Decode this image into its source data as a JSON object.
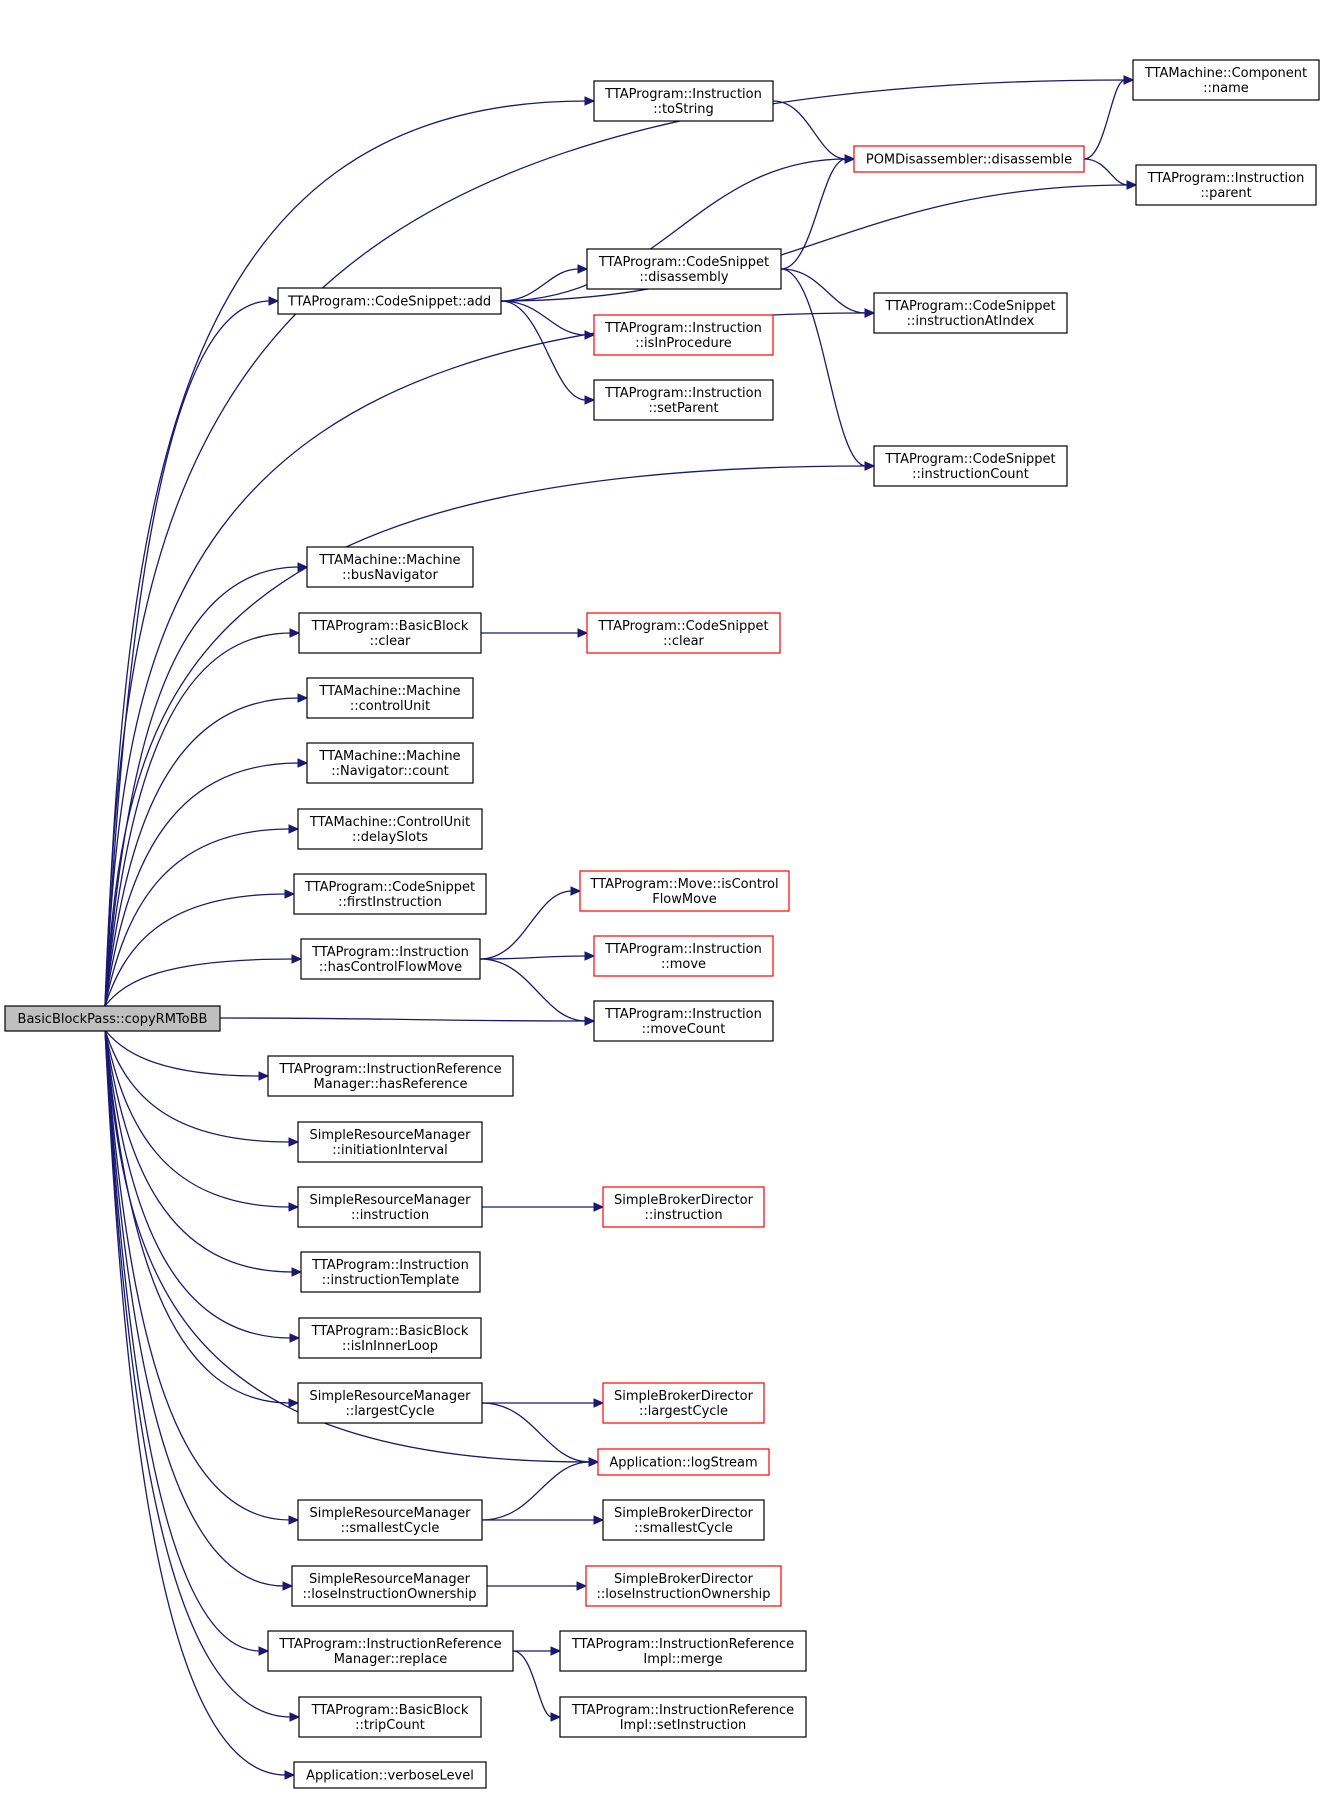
{
  "colors": {
    "edge": "#191970",
    "node_border": "#000000",
    "node_border_truncated": "#ff0000",
    "root_fill": "#bfbfbf",
    "node_fill": "#ffffff"
  },
  "nodes": [
    {
      "id": "root",
      "lines": [
        "BasicBlockPass::copyRMToBB"
      ],
      "style": "root"
    },
    {
      "id": "comp_name",
      "lines": [
        "TTAMachine::Component",
        "::name"
      ],
      "style": "normal"
    },
    {
      "id": "instr_tostring",
      "lines": [
        "TTAProgram::Instruction",
        "::toString"
      ],
      "style": "normal"
    },
    {
      "id": "pom_disassemble",
      "lines": [
        "POMDisassembler::disassemble"
      ],
      "style": "red"
    },
    {
      "id": "instr_parent",
      "lines": [
        "TTAProgram::Instruction",
        "::parent"
      ],
      "style": "normal"
    },
    {
      "id": "cs_add",
      "lines": [
        "TTAProgram::CodeSnippet::add"
      ],
      "style": "normal"
    },
    {
      "id": "cs_disassembly",
      "lines": [
        "TTAProgram::CodeSnippet",
        "::disassembly"
      ],
      "style": "normal"
    },
    {
      "id": "cs_instrAtIndex",
      "lines": [
        "TTAProgram::CodeSnippet",
        "::instructionAtIndex"
      ],
      "style": "normal"
    },
    {
      "id": "instr_isInProcedure",
      "lines": [
        "TTAProgram::Instruction",
        "::isInProcedure"
      ],
      "style": "red"
    },
    {
      "id": "instr_setParent",
      "lines": [
        "TTAProgram::Instruction",
        "::setParent"
      ],
      "style": "normal"
    },
    {
      "id": "cs_instrCount",
      "lines": [
        "TTAProgram::CodeSnippet",
        "::instructionCount"
      ],
      "style": "normal"
    },
    {
      "id": "busNavigator",
      "lines": [
        "TTAMachine::Machine",
        "::busNavigator"
      ],
      "style": "normal"
    },
    {
      "id": "bb_clear",
      "lines": [
        "TTAProgram::BasicBlock",
        "::clear"
      ],
      "style": "normal"
    },
    {
      "id": "cs_clear",
      "lines": [
        "TTAProgram::CodeSnippet",
        "::clear"
      ],
      "style": "red"
    },
    {
      "id": "controlUnit",
      "lines": [
        "TTAMachine::Machine",
        "::controlUnit"
      ],
      "style": "normal"
    },
    {
      "id": "nav_count",
      "lines": [
        "TTAMachine::Machine",
        "::Navigator::count"
      ],
      "style": "normal"
    },
    {
      "id": "delaySlots",
      "lines": [
        "TTAMachine::ControlUnit",
        "::delaySlots"
      ],
      "style": "normal"
    },
    {
      "id": "firstInstruction",
      "lines": [
        "TTAProgram::CodeSnippet",
        "::firstInstruction"
      ],
      "style": "normal"
    },
    {
      "id": "move_isCFM",
      "lines": [
        "TTAProgram::Move::isControl",
        "FlowMove"
      ],
      "style": "red"
    },
    {
      "id": "hasCFM",
      "lines": [
        "TTAProgram::Instruction",
        "::hasControlFlowMove"
      ],
      "style": "normal"
    },
    {
      "id": "instr_move",
      "lines": [
        "TTAProgram::Instruction",
        "::move"
      ],
      "style": "red"
    },
    {
      "id": "moveCount",
      "lines": [
        "TTAProgram::Instruction",
        "::moveCount"
      ],
      "style": "normal"
    },
    {
      "id": "irm_hasRef",
      "lines": [
        "TTAProgram::InstructionReference",
        "Manager::hasReference"
      ],
      "style": "normal"
    },
    {
      "id": "srm_ii",
      "lines": [
        "SimpleResourceManager",
        "::initiationInterval"
      ],
      "style": "normal"
    },
    {
      "id": "srm_instruction",
      "lines": [
        "SimpleResourceManager",
        "::instruction"
      ],
      "style": "normal"
    },
    {
      "id": "sbd_instruction",
      "lines": [
        "SimpleBrokerDirector",
        "::instruction"
      ],
      "style": "red"
    },
    {
      "id": "instr_template",
      "lines": [
        "TTAProgram::Instruction",
        "::instructionTemplate"
      ],
      "style": "normal"
    },
    {
      "id": "bb_isInInner",
      "lines": [
        "TTAProgram::BasicBlock",
        "::isInInnerLoop"
      ],
      "style": "normal"
    },
    {
      "id": "srm_largest",
      "lines": [
        "SimpleResourceManager",
        "::largestCycle"
      ],
      "style": "normal"
    },
    {
      "id": "sbd_largest",
      "lines": [
        "SimpleBrokerDirector",
        "::largestCycle"
      ],
      "style": "red"
    },
    {
      "id": "logStream",
      "lines": [
        "Application::logStream"
      ],
      "style": "red"
    },
    {
      "id": "srm_smallest",
      "lines": [
        "SimpleResourceManager",
        "::smallestCycle"
      ],
      "style": "normal"
    },
    {
      "id": "sbd_smallest",
      "lines": [
        "SimpleBrokerDirector",
        "::smallestCycle"
      ],
      "style": "normal"
    },
    {
      "id": "srm_lose",
      "lines": [
        "SimpleResourceManager",
        "::loseInstructionOwnership"
      ],
      "style": "normal"
    },
    {
      "id": "sbd_lose",
      "lines": [
        "SimpleBrokerDirector",
        "::loseInstructionOwnership"
      ],
      "style": "red"
    },
    {
      "id": "irm_replace",
      "lines": [
        "TTAProgram::InstructionReference",
        "Manager::replace"
      ],
      "style": "normal"
    },
    {
      "id": "iri_merge",
      "lines": [
        "TTAProgram::InstructionReference",
        "Impl::merge"
      ],
      "style": "normal"
    },
    {
      "id": "iri_setInstr",
      "lines": [
        "TTAProgram::InstructionReference",
        "Impl::setInstruction"
      ],
      "style": "normal"
    },
    {
      "id": "bb_tripCount",
      "lines": [
        "TTAProgram::BasicBlock",
        "::tripCount"
      ],
      "style": "normal"
    },
    {
      "id": "verboseLevel",
      "lines": [
        "Application::verboseLevel"
      ],
      "style": "normal"
    }
  ],
  "edges": [
    [
      "root",
      "comp_name"
    ],
    [
      "root",
      "instr_tostring"
    ],
    [
      "root",
      "cs_add"
    ],
    [
      "root",
      "cs_instrAtIndex"
    ],
    [
      "root",
      "cs_instrCount"
    ],
    [
      "root",
      "busNavigator"
    ],
    [
      "root",
      "bb_clear"
    ],
    [
      "root",
      "controlUnit"
    ],
    [
      "root",
      "nav_count"
    ],
    [
      "root",
      "delaySlots"
    ],
    [
      "root",
      "firstInstruction"
    ],
    [
      "root",
      "hasCFM"
    ],
    [
      "root",
      "moveCount"
    ],
    [
      "root",
      "irm_hasRef"
    ],
    [
      "root",
      "srm_ii"
    ],
    [
      "root",
      "srm_instruction"
    ],
    [
      "root",
      "instr_template"
    ],
    [
      "root",
      "bb_isInInner"
    ],
    [
      "root",
      "srm_largest"
    ],
    [
      "root",
      "logStream"
    ],
    [
      "root",
      "srm_smallest"
    ],
    [
      "root",
      "srm_lose"
    ],
    [
      "root",
      "irm_replace"
    ],
    [
      "root",
      "bb_tripCount"
    ],
    [
      "root",
      "verboseLevel"
    ],
    [
      "instr_tostring",
      "pom_disassemble"
    ],
    [
      "pom_disassemble",
      "comp_name"
    ],
    [
      "pom_disassemble",
      "instr_parent"
    ],
    [
      "cs_add",
      "pom_disassemble"
    ],
    [
      "cs_add",
      "instr_parent"
    ],
    [
      "cs_add",
      "cs_disassembly"
    ],
    [
      "cs_add",
      "instr_isInProcedure"
    ],
    [
      "cs_add",
      "instr_setParent"
    ],
    [
      "cs_disassembly",
      "pom_disassemble"
    ],
    [
      "cs_disassembly",
      "cs_instrAtIndex"
    ],
    [
      "cs_disassembly",
      "cs_instrCount"
    ],
    [
      "bb_clear",
      "cs_clear"
    ],
    [
      "hasCFM",
      "move_isCFM"
    ],
    [
      "hasCFM",
      "instr_move"
    ],
    [
      "hasCFM",
      "moveCount"
    ],
    [
      "srm_instruction",
      "sbd_instruction"
    ],
    [
      "srm_largest",
      "sbd_largest"
    ],
    [
      "srm_largest",
      "logStream"
    ],
    [
      "srm_smallest",
      "logStream"
    ],
    [
      "srm_smallest",
      "sbd_smallest"
    ],
    [
      "srm_lose",
      "sbd_lose"
    ],
    [
      "irm_replace",
      "iri_merge"
    ],
    [
      "irm_replace",
      "iri_setInstr"
    ]
  ]
}
